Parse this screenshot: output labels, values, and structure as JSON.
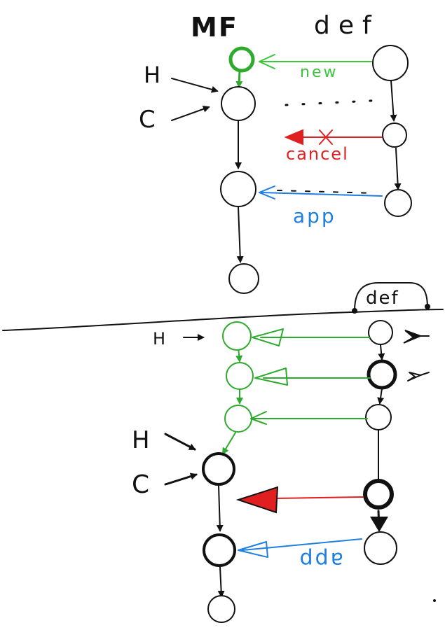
{
  "colors": {
    "ink": "#111111",
    "new": "#3cc43c",
    "green": "#2eaa2e",
    "cancel": "#e02020",
    "app": "#1e7fe0"
  },
  "top": {
    "left_column_title": "MF",
    "right_column_title": "def",
    "head_label": "H",
    "current_label": "C",
    "new_label": "new",
    "cancel_label": "cancel",
    "app_label": "app"
  },
  "bottom": {
    "tab_label": "def",
    "head_label_upper": "H",
    "head_label_lower": "H",
    "current_label": "C",
    "app_label": "app"
  }
}
